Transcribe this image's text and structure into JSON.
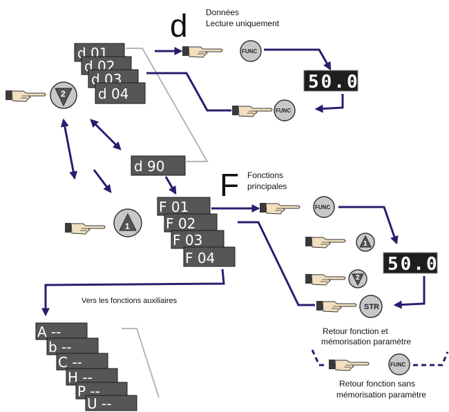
{
  "group_d": {
    "letter": "d",
    "title": "Données",
    "subtitle": "Lecture uniquement",
    "displays": [
      "d 01",
      "d 02",
      "d 03",
      "d 04"
    ],
    "last": "d 90"
  },
  "group_f": {
    "letter": "F",
    "title": "Fonctions",
    "subtitle": "principales",
    "displays": [
      "F 01",
      "F 02",
      "F 03",
      "F 04"
    ]
  },
  "aux": {
    "label": "Vers les fonctions auxiliaires",
    "displays": [
      "A --",
      "b --",
      "C --",
      "H --",
      "P --",
      "U --"
    ]
  },
  "readout_value": "50.0",
  "buttons": {
    "func": "FUNC",
    "up": "1",
    "down": "2",
    "store": "STR"
  },
  "notes": {
    "store_return_line1": "Retour fonction et",
    "store_return_line2": "mémorisation paramètre",
    "nostore_return_line1": "Retour fonction sans",
    "nostore_return_line2": "mémorisation paramètre"
  },
  "colors": {
    "arrow": "#2b1b6e",
    "lcd": "#565656",
    "panel": "#1e1e1e"
  }
}
